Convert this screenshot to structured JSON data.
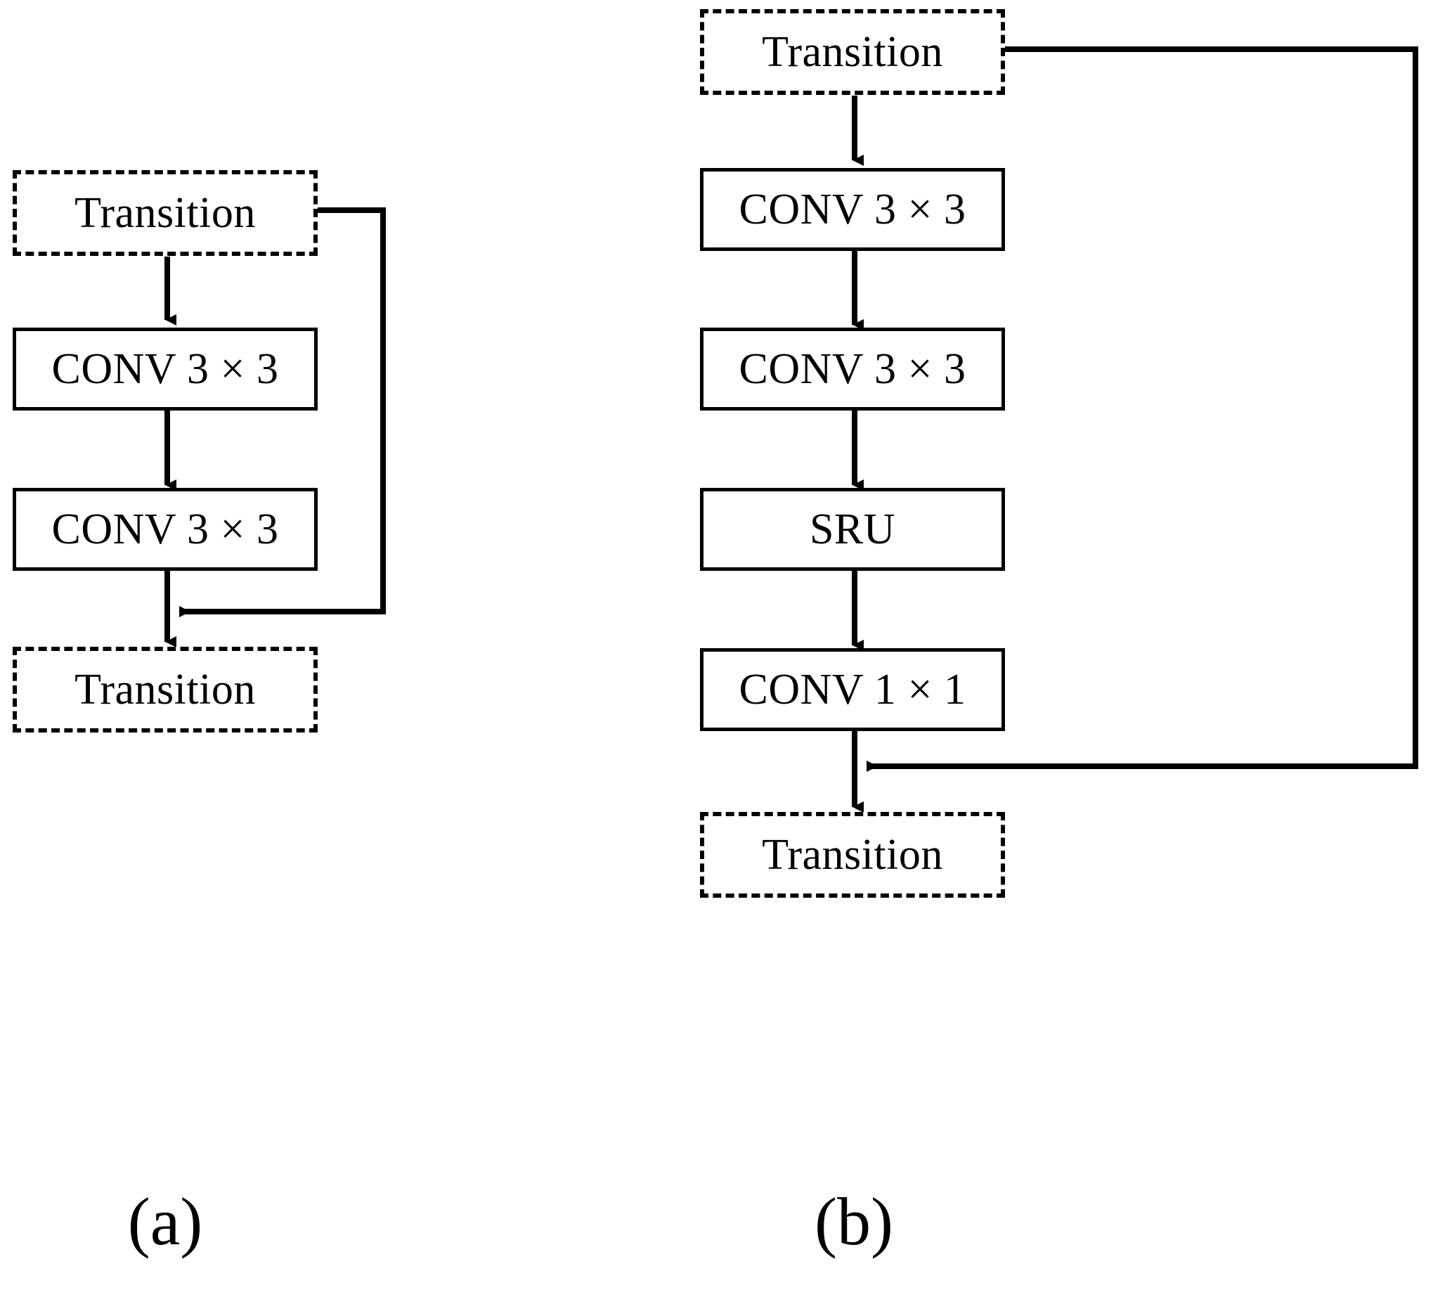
{
  "figure": {
    "type": "diagram",
    "subject": "neural network residual block architecture comparison",
    "background_color": "#ffffff",
    "line_color": "#000000"
  },
  "panels": [
    {
      "id": "a",
      "caption": "(a)",
      "nodes": [
        {
          "id": "a-transition-top",
          "label": "Transition",
          "style": "dashed"
        },
        {
          "id": "a-conv1",
          "label": "CONV 3 × 3",
          "style": "solid"
        },
        {
          "id": "a-conv2",
          "label": "CONV 3 × 3",
          "style": "solid"
        },
        {
          "id": "a-transition-bottom",
          "label": "Transition",
          "style": "dashed"
        }
      ],
      "edges": [
        {
          "from": "a-transition-top",
          "to": "a-conv1",
          "kind": "arrow-down"
        },
        {
          "from": "a-conv1",
          "to": "a-conv2",
          "kind": "arrow-down"
        },
        {
          "from": "a-conv2",
          "to": "a-transition-bottom",
          "kind": "arrow-down"
        },
        {
          "from": "a-transition-top",
          "to": "a-conv2-output",
          "kind": "skip-connection-right"
        }
      ]
    },
    {
      "id": "b",
      "caption": "(b)",
      "nodes": [
        {
          "id": "b-transition-top",
          "label": "Transition",
          "style": "dashed"
        },
        {
          "id": "b-conv1",
          "label": "CONV 3 × 3",
          "style": "solid"
        },
        {
          "id": "b-conv2",
          "label": "CONV 3 × 3",
          "style": "solid"
        },
        {
          "id": "b-sru",
          "label": "SRU",
          "style": "solid"
        },
        {
          "id": "b-conv3",
          "label": "CONV 1 × 1",
          "style": "solid"
        },
        {
          "id": "b-transition-bottom",
          "label": "Transition",
          "style": "dashed"
        }
      ],
      "edges": [
        {
          "from": "b-transition-top",
          "to": "b-conv1",
          "kind": "arrow-down"
        },
        {
          "from": "b-conv1",
          "to": "b-conv2",
          "kind": "arrow-down"
        },
        {
          "from": "b-conv2",
          "to": "b-sru",
          "kind": "arrow-down"
        },
        {
          "from": "b-sru",
          "to": "b-conv3",
          "kind": "arrow-down"
        },
        {
          "from": "b-conv3",
          "to": "b-transition-bottom",
          "kind": "arrow-down"
        },
        {
          "from": "b-transition-top",
          "to": "b-conv3-output",
          "kind": "skip-connection-right"
        }
      ]
    }
  ]
}
